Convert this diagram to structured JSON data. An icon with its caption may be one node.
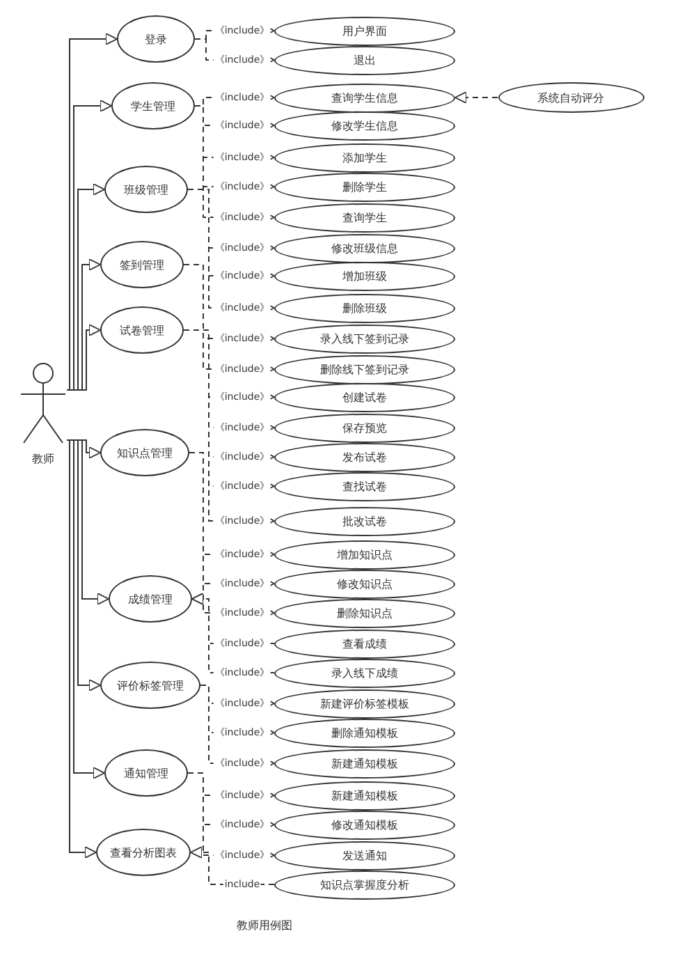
{
  "diagram": {
    "caption": "教师用例图",
    "nodes": [
      {
        "text": [
          "教师"
        ]
      },
      {
        "text": [
          "登录"
        ]
      },
      {
        "text": [
          "学生管理"
        ]
      },
      {
        "text": [
          "班级管理"
        ]
      },
      {
        "text": [
          "签到管理"
        ]
      },
      {
        "text": [
          "试卷管理"
        ]
      },
      {
        "text": [
          "知识点管理"
        ]
      },
      {
        "text": [
          "成绩管理"
        ]
      },
      {
        "text": [
          "评价标签管理"
        ]
      },
      {
        "text": [
          "通知管理"
        ]
      },
      {
        "text": [
          "查看分析图表"
        ]
      },
      {
        "text": [
          "用户界面"
        ]
      },
      {
        "text": [
          "退出"
        ]
      },
      {
        "text": [
          "查询学生信息"
        ]
      },
      {
        "text": [
          "修改学生信息"
        ]
      },
      {
        "text": [
          "添加学生"
        ]
      },
      {
        "text": [
          "删除学生"
        ]
      },
      {
        "text": [
          "查询学生"
        ]
      },
      {
        "text": [
          "修改班级信息"
        ]
      },
      {
        "text": [
          "增加班级"
        ]
      },
      {
        "text": [
          "删除班级"
        ]
      },
      {
        "text": [
          "录入线下签到记录"
        ]
      },
      {
        "text": [
          "删除线下签到记录"
        ]
      },
      {
        "text": [
          "创建试卷"
        ]
      },
      {
        "text": [
          "保存预览"
        ]
      },
      {
        "text": [
          "发布试卷"
        ]
      },
      {
        "text": [
          "查找试卷"
        ]
      },
      {
        "text": [
          "批改试卷"
        ]
      },
      {
        "text": [
          "增加知识点"
        ]
      },
      {
        "text": [
          "修改知识点"
        ]
      },
      {
        "text": [
          "删除知识点"
        ]
      },
      {
        "text": [
          "查看成绩"
        ]
      },
      {
        "text": [
          "录入线下成绩"
        ]
      },
      {
        "text": [
          "新建评价标签模板"
        ]
      },
      {
        "text": [
          "删除通知模板"
        ]
      },
      {
        "text": [
          "新建通知模板"
        ]
      },
      {
        "text": [
          "新建通知模板"
        ]
      },
      {
        "text": [
          "修改通知模板"
        ]
      },
      {
        "text": [
          "发送通知"
        ]
      },
      {
        "text": [
          "知识点掌握度分析"
        ]
      },
      {
        "text": [
          "系统自动评分"
        ]
      }
    ],
    "edges": [
      {
        "from": 0,
        "to": 1,
        "arrow": "to"
      },
      {
        "from": 0,
        "to": 2,
        "arrow": "to"
      },
      {
        "from": 0,
        "to": 3,
        "arrow": "to"
      },
      {
        "from": 0,
        "to": 4,
        "arrow": "to"
      },
      {
        "from": 0,
        "to": 5,
        "arrow": "to"
      },
      {
        "from": 0,
        "to": 6,
        "arrow": "to"
      },
      {
        "from": 0,
        "to": 7,
        "arrow": "to"
      },
      {
        "from": 0,
        "to": 8,
        "arrow": "to"
      },
      {
        "from": 0,
        "to": 9,
        "arrow": "to"
      },
      {
        "from": 0,
        "to": 10,
        "arrow": "to"
      },
      {
        "from": 1,
        "to": 11,
        "arrow": "to",
        "style": "dashed",
        "label": "《include》"
      },
      {
        "from": 1,
        "to": 12,
        "arrow": "to",
        "style": "dashed",
        "label": "《include》"
      },
      {
        "from": 2,
        "to": 13,
        "arrow": "to",
        "style": "dashed",
        "label": "《include》"
      },
      {
        "from": 2,
        "to": 14,
        "arrow": "to",
        "style": "dashed",
        "label": "《include》"
      },
      {
        "from": 2,
        "to": 15,
        "arrow": "to",
        "style": "dashed",
        "label": "《include》"
      },
      {
        "from": 2,
        "to": 16,
        "arrow": "to",
        "style": "dashed",
        "label": "《include》"
      },
      {
        "from": 2,
        "to": 17,
        "arrow": "to",
        "style": "dashed",
        "label": "《include》"
      },
      {
        "from": 3,
        "to": 18,
        "arrow": "to",
        "style": "dashed",
        "label": "《include》"
      },
      {
        "from": 3,
        "to": 19,
        "arrow": "to",
        "style": "dashed",
        "label": "《include》"
      },
      {
        "from": 3,
        "to": 20,
        "arrow": "to",
        "style": "dashed",
        "label": "《include》"
      },
      {
        "from": 4,
        "to": 21,
        "arrow": "to",
        "style": "dashed",
        "label": "《include》"
      },
      {
        "from": 4,
        "to": 22,
        "arrow": "to",
        "style": "dashed",
        "label": "《include》"
      },
      {
        "from": 5,
        "to": 23,
        "arrow": "to",
        "style": "dashed",
        "label": "《include》"
      },
      {
        "from": 5,
        "to": 24,
        "arrow": "to",
        "style": "dashed",
        "label": "《include》"
      },
      {
        "from": 5,
        "to": 25,
        "arrow": "to",
        "style": "dashed",
        "label": "《include》"
      },
      {
        "from": 5,
        "to": 26,
        "arrow": "to",
        "style": "dashed",
        "label": "《include》"
      },
      {
        "from": 5,
        "to": 27,
        "arrow": "to",
        "style": "dashed",
        "label": "《include》"
      },
      {
        "from": 6,
        "to": 28,
        "arrow": "to",
        "style": "dashed",
        "label": "《include》"
      },
      {
        "from": 6,
        "to": 29,
        "arrow": "to",
        "style": "dashed",
        "label": "《include》"
      },
      {
        "from": 6,
        "to": 30,
        "arrow": "to",
        "style": "dashed",
        "label": "《include》"
      },
      {
        "from": 31,
        "to": 7,
        "arrow": "to",
        "style": "dashed",
        "label": "《include》"
      },
      {
        "from": 32,
        "to": 7,
        "arrow": "to",
        "style": "dashed",
        "label": "《include》"
      },
      {
        "from": 8,
        "to": 33,
        "arrow": "to",
        "style": "dashed",
        "label": "《include》"
      },
      {
        "from": 8,
        "to": 34,
        "arrow": "to",
        "style": "dashed",
        "label": "《include》"
      },
      {
        "from": 8,
        "to": 35,
        "arrow": "to",
        "style": "dashed",
        "label": "《include》"
      },
      {
        "from": 9,
        "to": 36,
        "arrow": "to",
        "style": "dashed",
        "label": "《include》"
      },
      {
        "from": 9,
        "to": 37,
        "arrow": "to",
        "style": "dashed",
        "label": "《include》"
      },
      {
        "from": 9,
        "to": 38,
        "arrow": "to",
        "style": "dashed",
        "label": "《include》"
      },
      {
        "from": 39,
        "to": 10,
        "arrow": "to",
        "style": "dashed",
        "label": "include"
      },
      {
        "from": 40,
        "to": 13,
        "arrow": "to",
        "style": "dashed"
      }
    ]
  }
}
